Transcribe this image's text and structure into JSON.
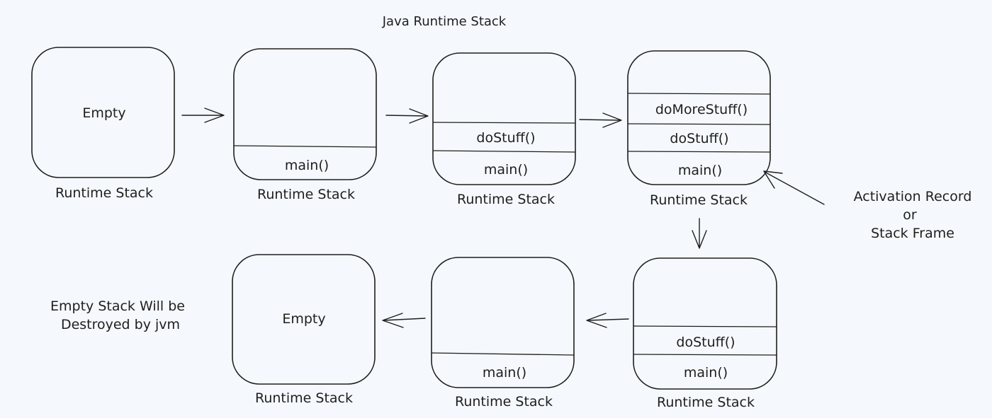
{
  "title": "Java Runtime Stack",
  "stack_label": "Runtime Stack",
  "stacks": [
    {
      "frames": [],
      "empty_label": "Empty"
    },
    {
      "frames": [
        "main()"
      ]
    },
    {
      "frames": [
        "doStuff()",
        "main()"
      ]
    },
    {
      "frames": [
        "doMoreStuff()",
        "doStuff()",
        "main()"
      ]
    },
    {
      "frames": [
        "doStuff()",
        "main()"
      ]
    },
    {
      "frames": [
        "main()"
      ]
    },
    {
      "frames": [],
      "empty_label": "Empty"
    }
  ],
  "annotation_activation": {
    "line1": "Activation Record",
    "line2": "or",
    "line3": "Stack Frame"
  },
  "annotation_destroy": {
    "line1": "Empty Stack Will be",
    "line2": "Destroyed by jvm"
  }
}
